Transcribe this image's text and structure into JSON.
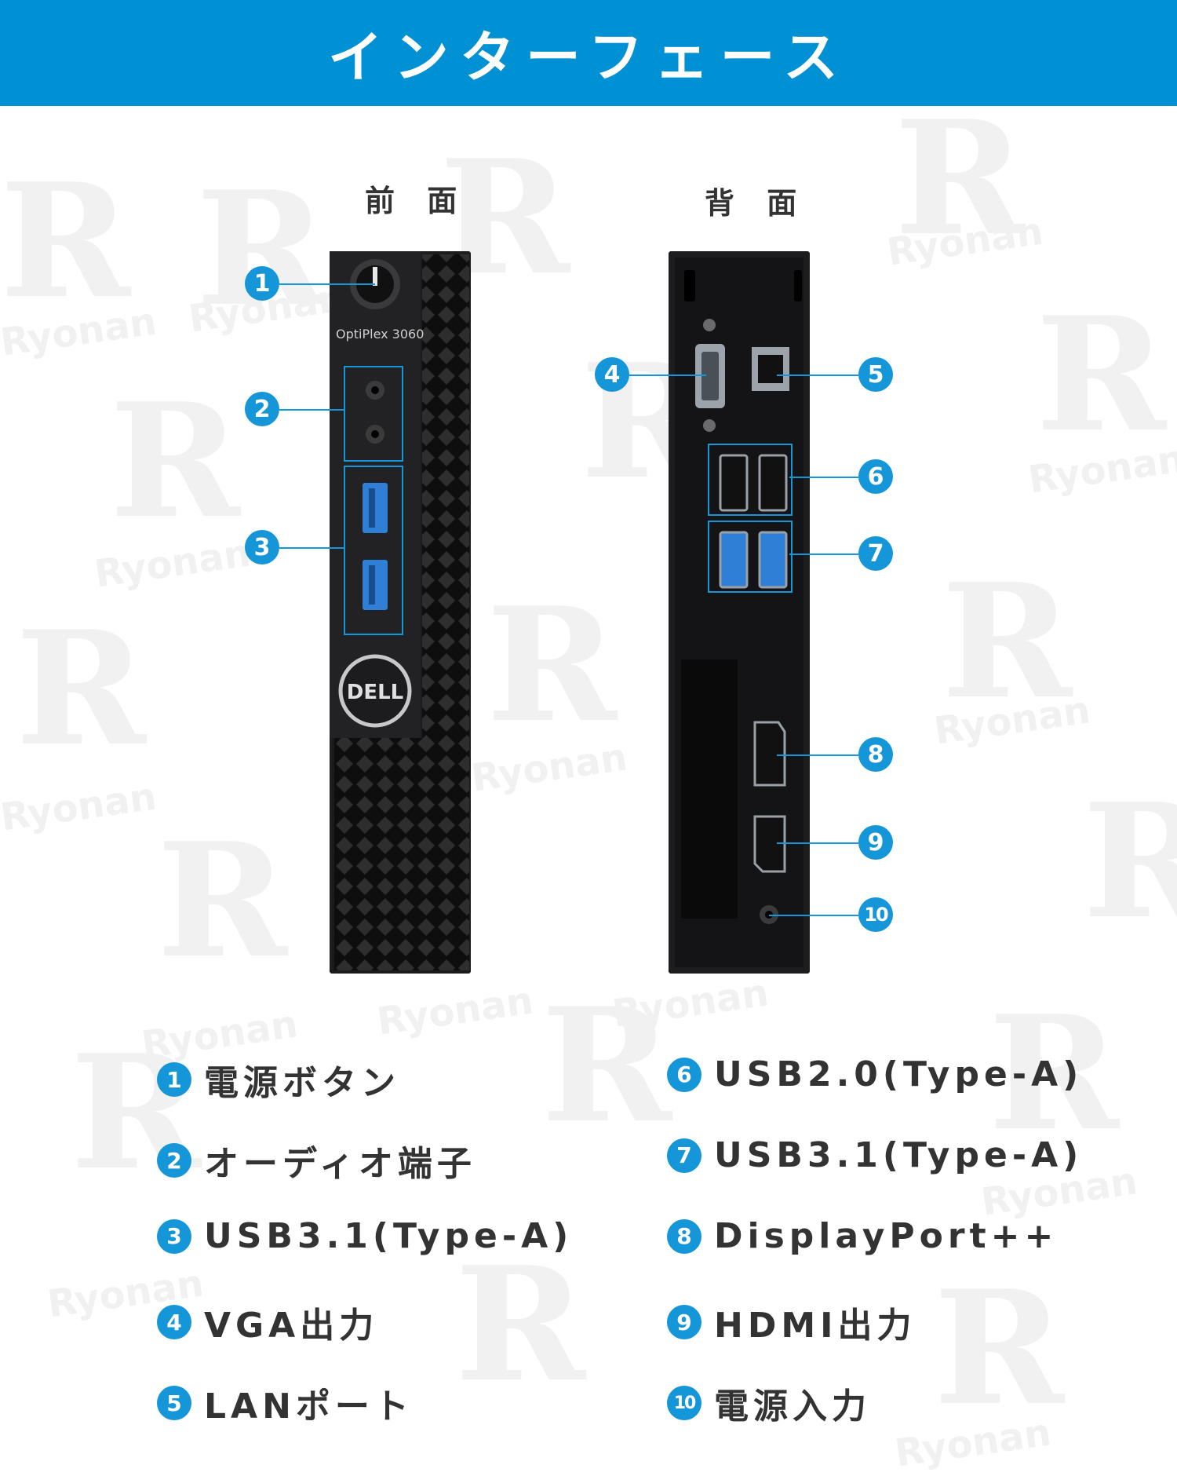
{
  "title": "インターフェース",
  "front": {
    "label": "前 面",
    "model": "OptiPlex 3060",
    "logo": "DELL"
  },
  "back": {
    "label": "背 面"
  },
  "watermark": "Ryonan",
  "callouts": [
    "1",
    "2",
    "3",
    "4",
    "5",
    "6",
    "7",
    "8",
    "9",
    "10"
  ],
  "legend": [
    {
      "num": "1",
      "text": "電源ボタン"
    },
    {
      "num": "2",
      "text": "オーディオ端子"
    },
    {
      "num": "3",
      "text": "USB3.1(Type-A)"
    },
    {
      "num": "4",
      "text": "VGA出力"
    },
    {
      "num": "5",
      "text": "LANポート"
    },
    {
      "num": "6",
      "text": "USB2.0(Type-A)"
    },
    {
      "num": "7",
      "text": "USB3.1(Type-A)"
    },
    {
      "num": "8",
      "text": "DisplayPort++"
    },
    {
      "num": "9",
      "text": "HDMI出力"
    },
    {
      "num": "10",
      "text": "電源入力"
    }
  ],
  "colors": {
    "accent": "#0090d4",
    "callout": "#1596d8",
    "chassis": "#1c1c1e",
    "usb3": "#2f7fd6"
  }
}
